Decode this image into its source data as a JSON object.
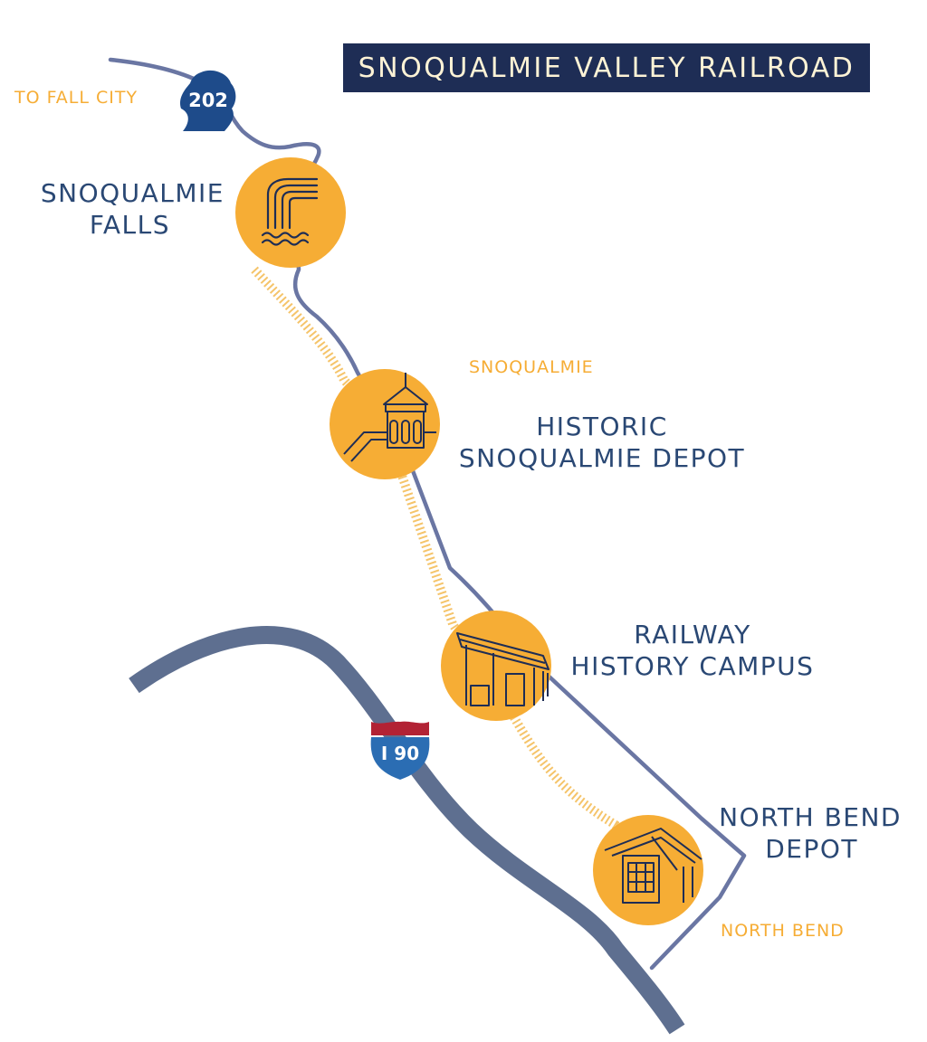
{
  "title": "SNOQUALMIE VALLEY RAILROAD",
  "colors": {
    "navy": "#1e2d55",
    "label_blue": "#2a4874",
    "road_gray": "#5e6f90",
    "river_purple": "#6a76a3",
    "stop_orange": "#f6ad35",
    "rail_orange": "#f5c46a",
    "interstate_red": "#b22234",
    "interstate_blue": "#2b6db3"
  },
  "routes": {
    "fall_city": "TO FALL CITY",
    "state_route": "202",
    "interstate": "I 90"
  },
  "towns": {
    "snoqualmie": "SNOQUALMIE",
    "north_bend": "NORTH BEND"
  },
  "stops": [
    {
      "line1": "SNOQUALMIE",
      "line2": "FALLS",
      "icon": "waterfall-icon"
    },
    {
      "line1": "HISTORIC",
      "line2": "SNOQUALMIE DEPOT",
      "icon": "depot-tower-icon"
    },
    {
      "line1": "RAILWAY",
      "line2": "HISTORY CAMPUS",
      "icon": "train-shed-icon"
    },
    {
      "line1": "NORTH BEND",
      "line2": "DEPOT",
      "icon": "depot-building-icon"
    }
  ]
}
